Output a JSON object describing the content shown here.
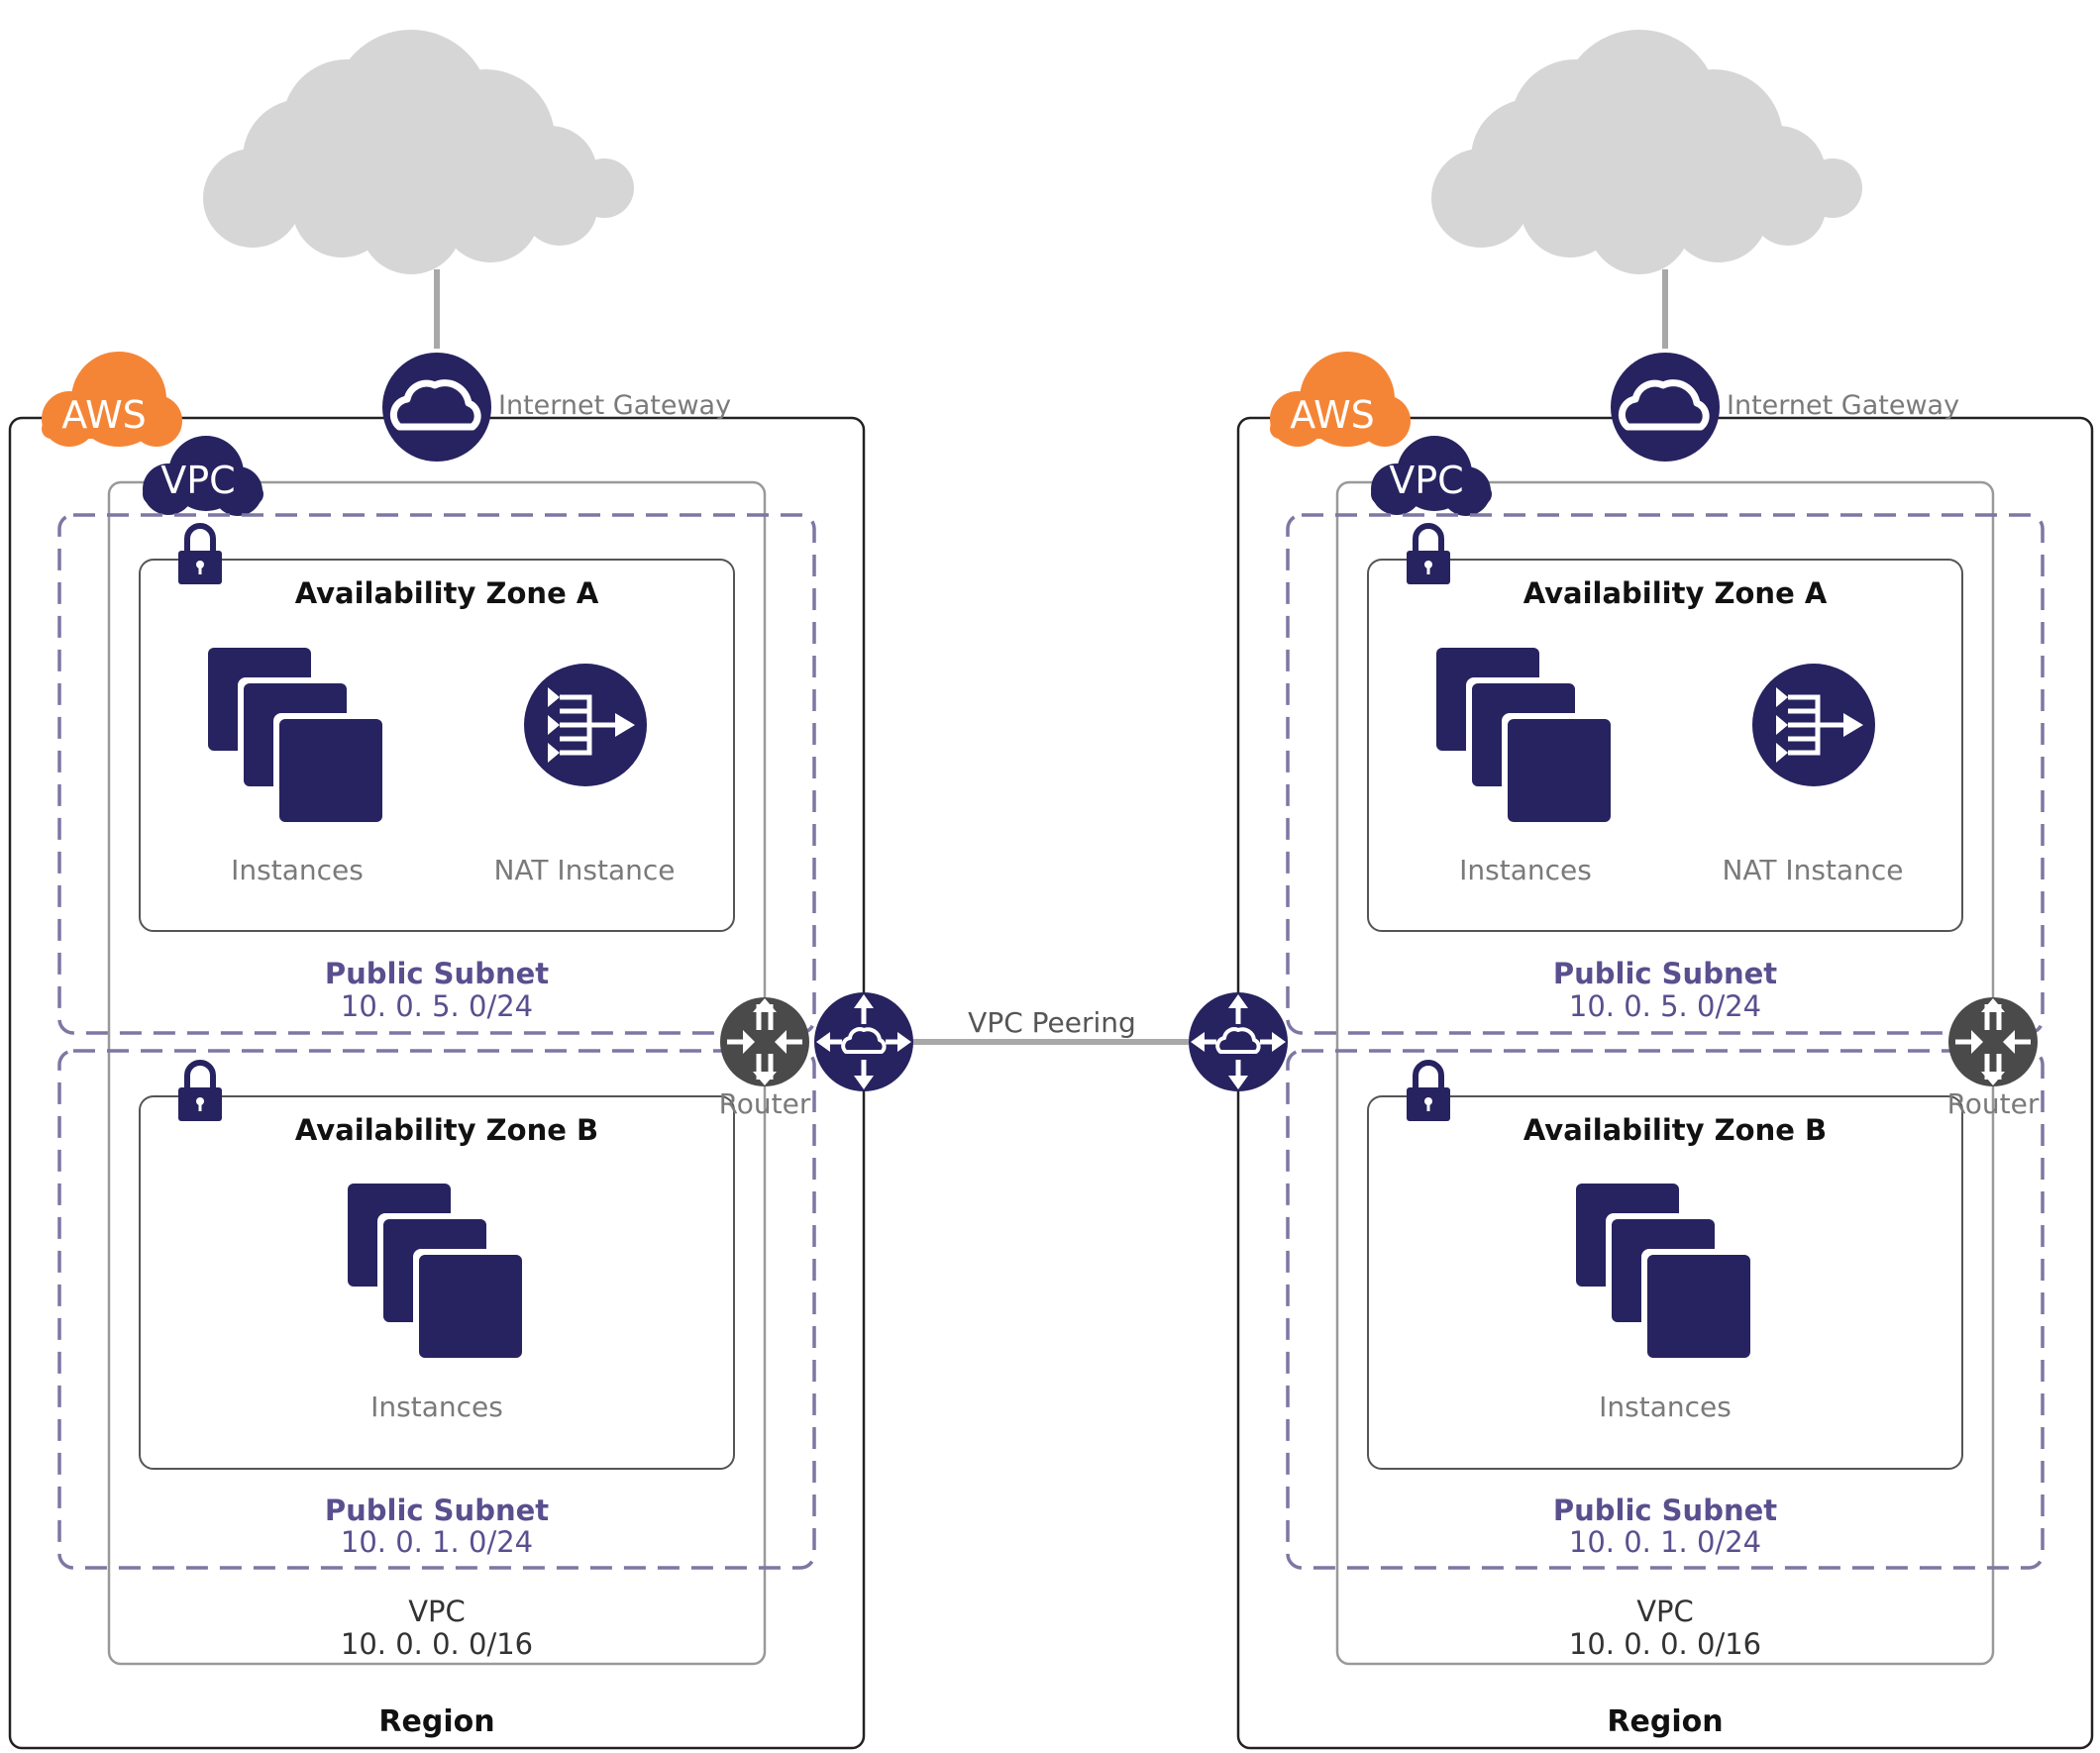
{
  "peering": {
    "label": "VPC Peering"
  },
  "regions": [
    {
      "aws_badge": "AWS",
      "vpc_badge": "VPC",
      "gateway_label": "Internet Gateway",
      "router_label": "Router",
      "region_label": "Region",
      "vpc": {
        "label": "VPC",
        "cidr": "10. 0. 0. 0/16"
      },
      "subnets": [
        {
          "zone_title": "Availability Zone A",
          "instances_label": "Instances",
          "nat_label": "NAT Instance",
          "subnet_label": "Public Subnet",
          "cidr": "10. 0. 5. 0/24"
        },
        {
          "zone_title": "Availability Zone B",
          "instances_label": "Instances",
          "subnet_label": "Public Subnet",
          "cidr": "10. 0. 1. 0/24"
        }
      ]
    },
    {
      "aws_badge": "AWS",
      "vpc_badge": "VPC",
      "gateway_label": "Internet Gateway",
      "router_label": "Router",
      "region_label": "Region",
      "vpc": {
        "label": "VPC",
        "cidr": "10. 0. 0. 0/16"
      },
      "subnets": [
        {
          "zone_title": "Availability Zone A",
          "instances_label": "Instances",
          "nat_label": "NAT Instance",
          "subnet_label": "Public Subnet",
          "cidr": "10. 0. 5. 0/24"
        },
        {
          "zone_title": "Availability Zone B",
          "instances_label": "Instances",
          "subnet_label": "Public Subnet",
          "cidr": "10. 0. 1. 0/24"
        }
      ]
    }
  ],
  "colors": {
    "navy": "#272360",
    "aws_orange": "#f58536",
    "cloud_gray": "#d6d6d6",
    "router_gray": "#4a4a4a",
    "dash_purple": "#7d77a3"
  }
}
